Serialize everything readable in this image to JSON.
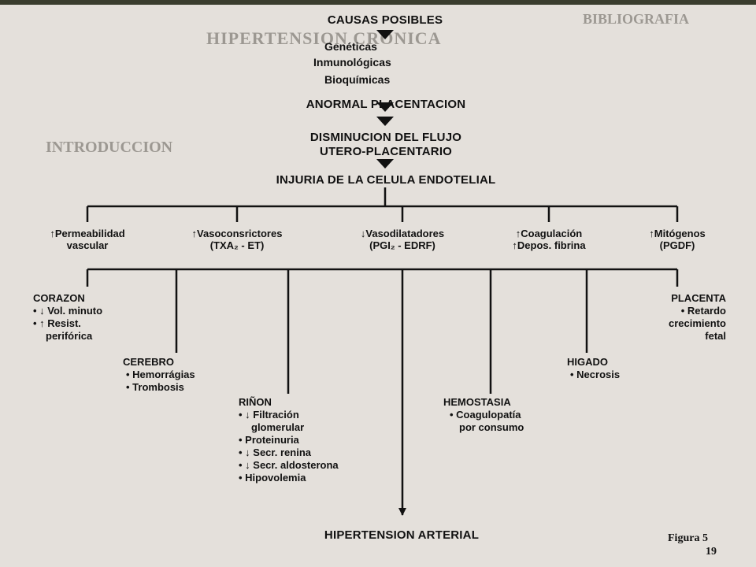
{
  "chain": {
    "title": "CAUSAS POSIBLES",
    "causes": [
      "Genéticas",
      "Inmunológicas",
      "Bioquímicas"
    ],
    "step1": "ANORMAL PLACENTACION",
    "step2_line1": "DISMINUCION DEL FLUJO",
    "step2_line2": "UTERO-PLACENTARIO",
    "step3": "INJURIA DE LA CELULA ENDOTELIAL"
  },
  "factors": [
    {
      "line1": "↑Permeabilidad",
      "line2": "vascular"
    },
    {
      "line1": "↑Vasoconsrictores",
      "line2": "(TXA₂ - ET)"
    },
    {
      "line1": "↓Vasodilatadores",
      "line2": "(PGI₂ - EDRF)"
    },
    {
      "line1": "↑Coagulación",
      "line2": "↑Depos. fibrina"
    },
    {
      "line1": "↑Mitógenos",
      "line2": "(PGDF)"
    }
  ],
  "organs": {
    "corazon": {
      "title": "CORAZON",
      "items": [
        "• ↓ Vol. minuto",
        "• ↑ Resist.",
        "perifórica"
      ]
    },
    "cerebro": {
      "title": "CEREBRO",
      "items": [
        "• Hemorrágias",
        "• Trombosis"
      ]
    },
    "rinon": {
      "title": "RIÑON",
      "items": [
        "• ↓ Filtración",
        "glomerular",
        "• Proteinuria",
        "• ↓ Secr. renina",
        "• ↓ Secr. aldosterona",
        "• Hipovolemia"
      ]
    },
    "hemostasia": {
      "title": "HEMOSTASIA",
      "items": [
        "• Coagulopatía",
        "por consumo"
      ]
    },
    "higado": {
      "title": "HIGADO",
      "items": [
        "• Necrosis"
      ]
    },
    "placenta": {
      "title": "PLACENTA",
      "items": [
        "• Retardo",
        "crecimiento",
        "fetal"
      ]
    }
  },
  "result": "HIPERTENSION ARTERIAL",
  "figure": {
    "label": "Figura 5",
    "page": "19"
  },
  "bleed_through": {
    "heading1": "BIBLIOGRAFIA",
    "heading2": "HIPERTENSION CRONICA",
    "heading3": "INTRODUCCION"
  },
  "colors": {
    "paper": "#e4e0db",
    "ink": "#111111",
    "bleed": "#9c9892"
  }
}
